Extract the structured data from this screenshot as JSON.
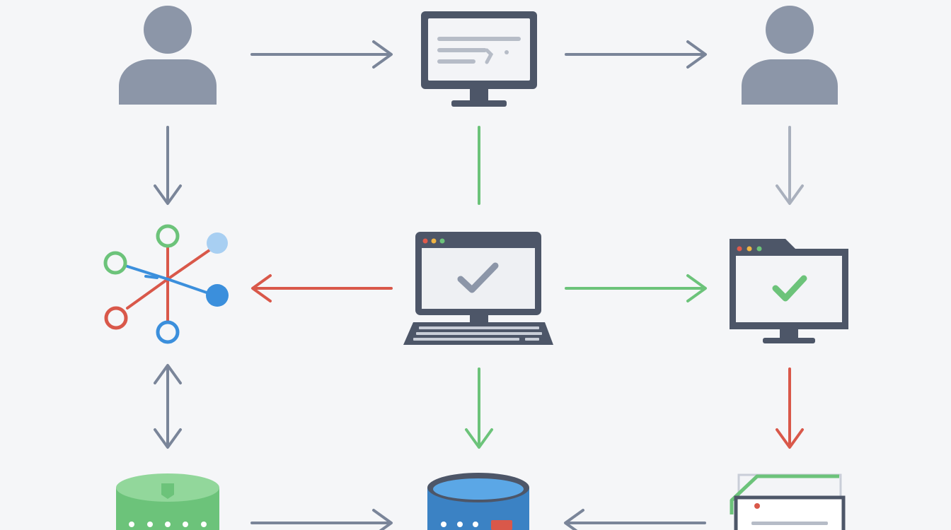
{
  "diagram": {
    "nodes": [
      {
        "name": "user-left-icon",
        "kind": "user"
      },
      {
        "name": "monitor-document-icon",
        "kind": "monitor"
      },
      {
        "name": "user-right-icon",
        "kind": "user"
      },
      {
        "name": "network-hub-icon",
        "kind": "network"
      },
      {
        "name": "laptop-checkmark-icon",
        "kind": "laptop"
      },
      {
        "name": "folder-monitor-checkmark-icon",
        "kind": "folder-monitor"
      },
      {
        "name": "database-green-icon",
        "kind": "database"
      },
      {
        "name": "database-blue-icon",
        "kind": "database"
      },
      {
        "name": "document-stack-icon",
        "kind": "document"
      }
    ],
    "connections": [
      {
        "name": "arrow-user-to-monitor",
        "from": "user-left-icon",
        "to": "monitor-document-icon",
        "color": "#7a8599"
      },
      {
        "name": "arrow-monitor-to-user",
        "from": "monitor-document-icon",
        "to": "user-right-icon",
        "color": "#7a8599"
      },
      {
        "name": "arrow-user-to-network",
        "from": "user-left-icon",
        "to": "network-hub-icon",
        "color": "#7a8599"
      },
      {
        "name": "line-monitor-to-laptop",
        "from": "monitor-document-icon",
        "to": "laptop-checkmark-icon",
        "color": "#6cc37a",
        "arrowhead": false
      },
      {
        "name": "arrow-user-to-folder",
        "from": "user-right-icon",
        "to": "folder-monitor-checkmark-icon",
        "color": "#a9b0bd"
      },
      {
        "name": "arrow-laptop-to-network",
        "from": "laptop-checkmark-icon",
        "to": "network-hub-icon",
        "color": "#d9584a"
      },
      {
        "name": "arrow-laptop-to-folder",
        "from": "laptop-checkmark-icon",
        "to": "folder-monitor-checkmark-icon",
        "color": "#6cc37a"
      },
      {
        "name": "arrow-network-database-bidirectional",
        "from": "network-hub-icon",
        "to": "database-green-icon",
        "color": "#7a8599",
        "bidirectional": true
      },
      {
        "name": "arrow-laptop-to-database",
        "from": "laptop-checkmark-icon",
        "to": "database-blue-icon",
        "color": "#6cc37a"
      },
      {
        "name": "arrow-folder-to-document",
        "from": "folder-monitor-checkmark-icon",
        "to": "document-stack-icon",
        "color": "#d9584a"
      },
      {
        "name": "arrow-database-to-database",
        "from": "database-green-icon",
        "to": "database-blue-icon",
        "color": "#7a8599"
      },
      {
        "name": "arrow-document-to-database",
        "from": "document-stack-icon",
        "to": "database-blue-icon",
        "color": "#7a8599"
      }
    ],
    "colors": {
      "slate": "#4d5668",
      "user_gray": "#8c96a8",
      "arrow_gray": "#7a8599",
      "light_gray": "#a9b0bd",
      "green": "#6cc37a",
      "red": "#d9584a",
      "blue": "#3b8fdc",
      "light_blue": "#a8cff2",
      "background": "#f5f6f8"
    }
  }
}
